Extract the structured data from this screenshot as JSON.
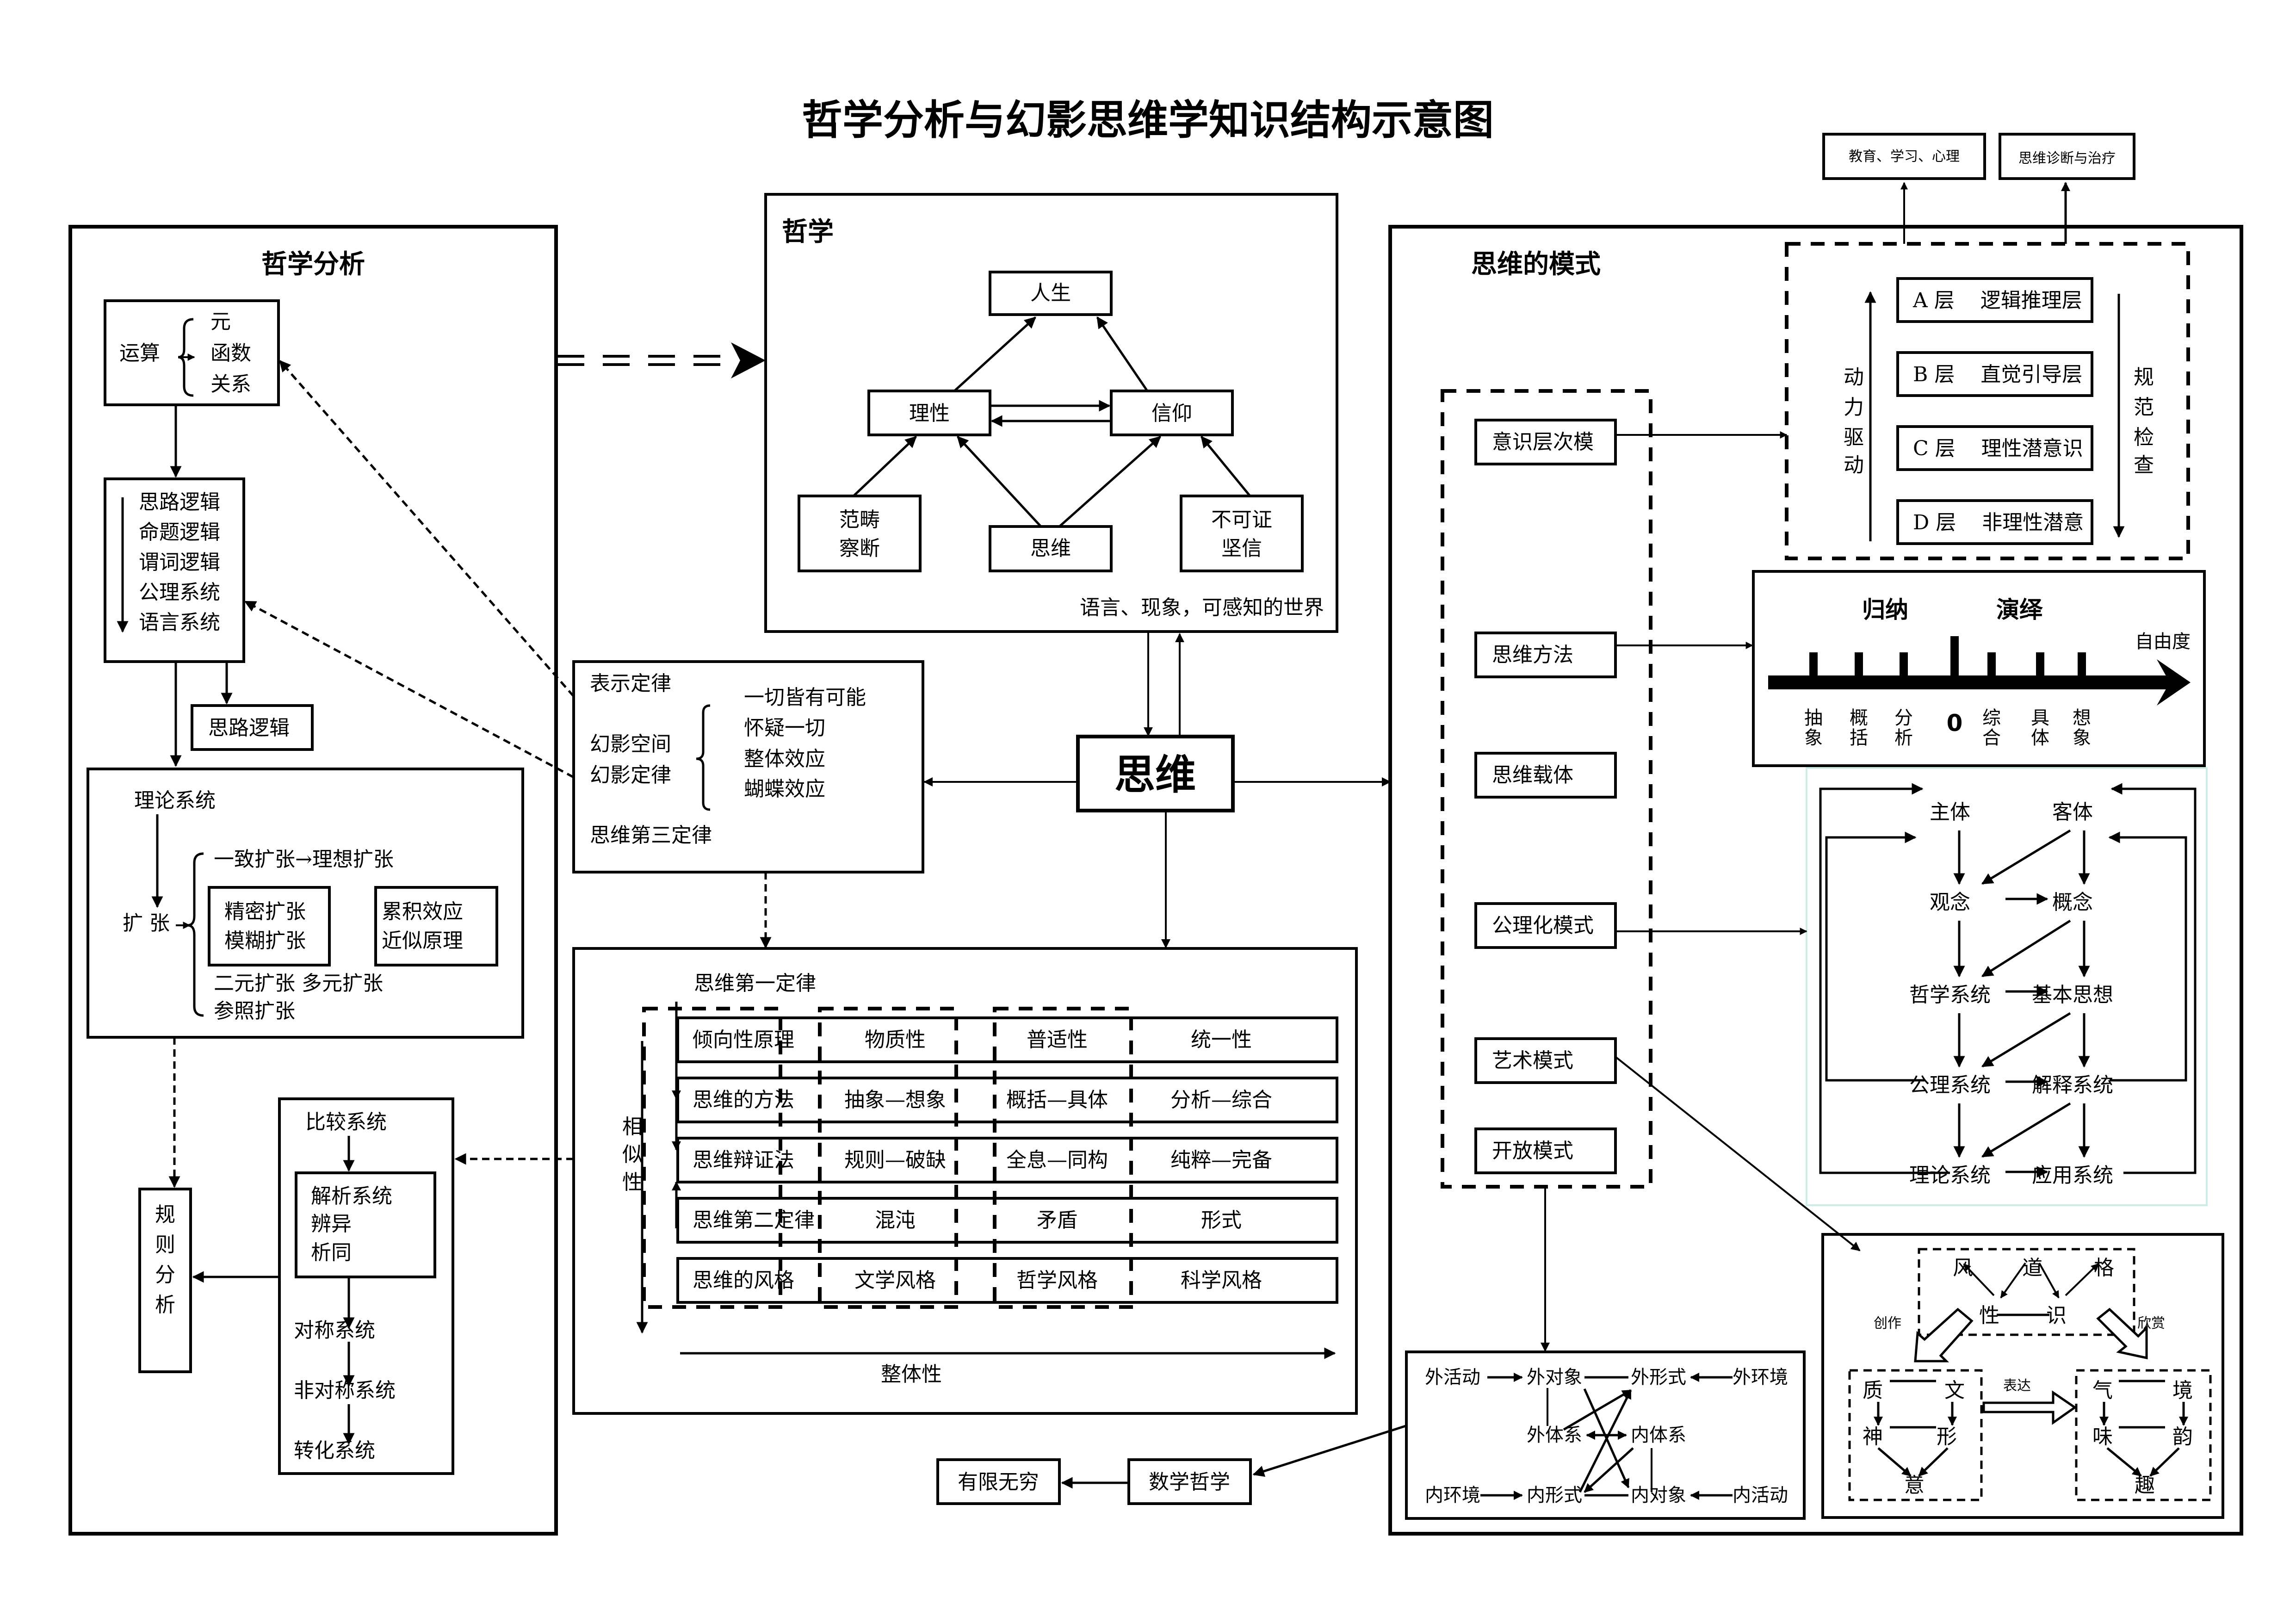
{
  "title": "哲学分析与幻影思维学知识结构示意图",
  "left_panel": {
    "heading": "哲学分析",
    "operation": {
      "label": "运算",
      "items": [
        "元",
        "函数",
        "关系"
      ]
    },
    "logic_list": [
      "思路逻辑",
      "命题逻辑",
      "谓词逻辑",
      "公理系统",
      "语言系统"
    ],
    "logic_out": "思路逻辑",
    "theory": {
      "label": "理论系统",
      "expand_label": "扩  张",
      "line1": "一致扩张→理想扩张",
      "box1": [
        "精密扩张",
        "模糊扩张"
      ],
      "box2": [
        "累积效应",
        "近似原理"
      ],
      "line2": "二元扩张  多元扩张",
      "line3": "参照扩张"
    },
    "rule_analysis": [
      "规",
      "则",
      "分",
      "析"
    ],
    "compare": {
      "label": "比较系统",
      "inner": [
        "解析系统",
        "辨异",
        "析同"
      ],
      "steps": [
        "对称系统",
        "非对称系统",
        "转化系统"
      ]
    }
  },
  "philosophy": {
    "heading": "哲学",
    "nodes": {
      "life": "人生",
      "reason": "理性",
      "faith": "信仰",
      "category": [
        "范畴",
        "察断"
      ],
      "thinking": "思维",
      "unprovable": [
        "不可证",
        "坚信"
      ]
    },
    "footer": "语言、现象，可感知的世界"
  },
  "center": {
    "thinking": "思维",
    "laws_box": {
      "l1": "表示定律",
      "l2": "幻影空间",
      "l3": "幻影定律",
      "brace_items": [
        "一切皆有可能",
        "怀疑一切",
        "整体效应",
        "蝴蝶效应"
      ],
      "l4": "思维第三定律"
    },
    "matrix": {
      "heading": "思维第一定律",
      "vertical_axis": [
        "相",
        "似",
        "性"
      ],
      "horizontal_axis": "整体性",
      "rows": [
        [
          "倾向性原理",
          "物质性",
          "普适性",
          "统一性"
        ],
        [
          "思维的方法",
          "抽象—想象",
          "概括—具体",
          "分析—综合"
        ],
        [
          "思维辩证法",
          "规则—破缺",
          "全息—同构",
          "纯粹—完备"
        ],
        [
          "思维第二定律",
          "混沌",
          "矛盾",
          "形式"
        ],
        [
          "思维的风格",
          "文学风格",
          "哲学风格",
          "科学风格"
        ]
      ]
    },
    "infinite": "有限无穷",
    "math_philosophy": "数学哲学"
  },
  "right_panel": {
    "heading": "思维的模式",
    "modes": [
      "意识层次模",
      "思维方法",
      "思维载体",
      "公理化模式",
      "艺术模式",
      "开放模式"
    ],
    "top_boxes": [
      "教育、学习、心理",
      "思维诊断与治疗"
    ],
    "layers": [
      "A 层    逻辑推理层",
      "B 层    直觉引导层",
      "C 层    理性潜意识",
      "D 层    非理性潜意"
    ],
    "layer_left": [
      "动",
      "力",
      "驱",
      "动"
    ],
    "layer_right": [
      "规",
      "范",
      "检",
      "查"
    ],
    "scale": {
      "induction": "归纳",
      "deduction": "演绎",
      "freedom": "自由度",
      "zero": "0",
      "labels": [
        [
          "抽",
          "象"
        ],
        [
          "概",
          "括"
        ],
        [
          "分",
          "析"
        ],
        [
          "综",
          "合"
        ],
        [
          "具",
          "体"
        ],
        [
          "想",
          "象"
        ]
      ]
    },
    "flow": {
      "rows": [
        [
          "主体",
          "客体"
        ],
        [
          "观念",
          "概念"
        ],
        [
          "哲学系统",
          "基本思想"
        ],
        [
          "公理系统",
          "解释系统"
        ],
        [
          "理论系统",
          "应用系统"
        ]
      ]
    },
    "art": {
      "top": {
        "feng": "风",
        "dao": "道",
        "ge": "格",
        "xing": "性",
        "shi": "识"
      },
      "create": "创作",
      "appreciate": "欣赏",
      "express": "表达",
      "left": {
        "zhi": "质",
        "wen": "文",
        "shen": "神",
        "xing": "形",
        "yi": "意"
      },
      "right": {
        "qi": "气",
        "jing": "境",
        "wei": "味",
        "yun": "韵",
        "qu": "趣"
      }
    },
    "open": {
      "ext_activity": "外活动",
      "ext_object": "外对象",
      "ext_form": "外形式",
      "ext_env": "外环境",
      "ext_system": "外体系",
      "int_system": "内体系",
      "int_env": "内环境",
      "int_form": "内形式",
      "int_object": "内对象",
      "int_activity": "内活动"
    }
  }
}
